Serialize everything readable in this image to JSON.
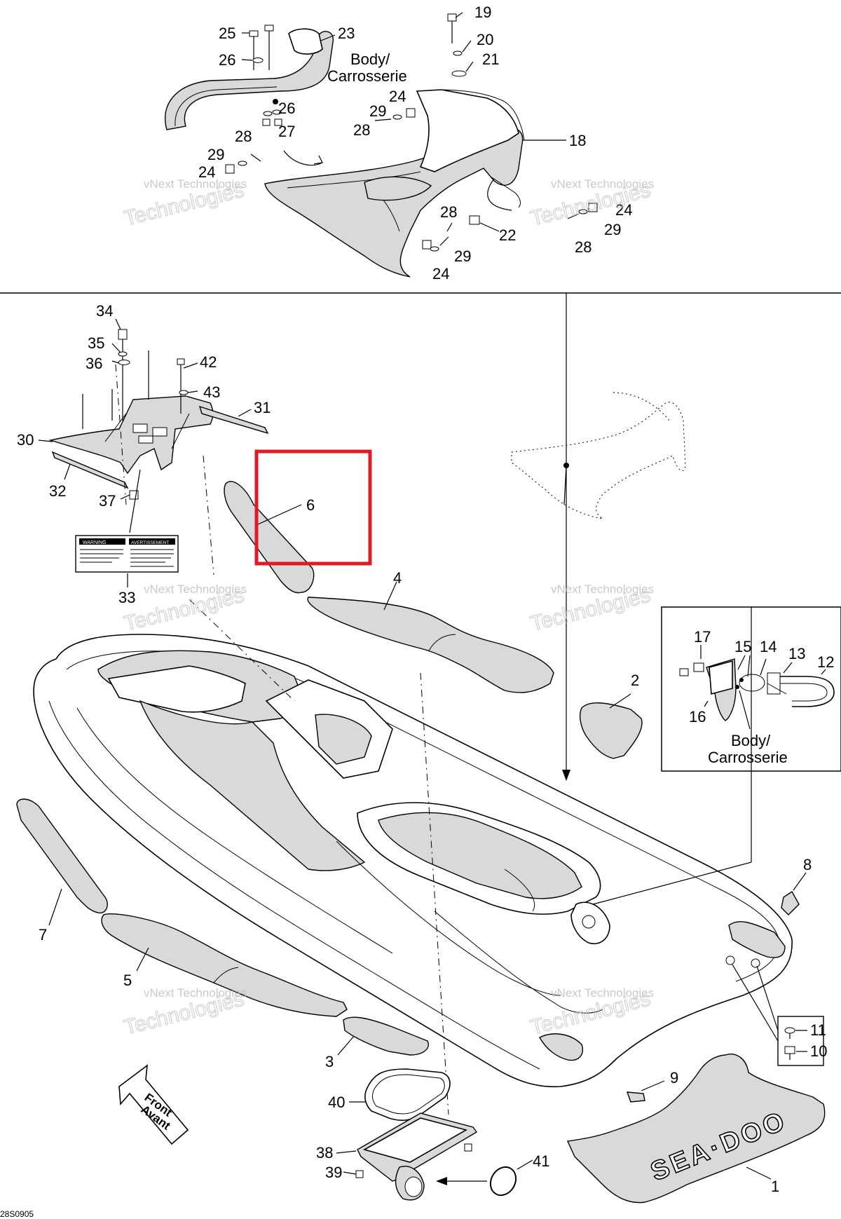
{
  "inset_top_label": {
    "line1": "Body/",
    "line2": "Carrosserie"
  },
  "inset_right_label": {
    "line1": "Body/",
    "line2": "Carrosserie"
  },
  "watermark": {
    "line1": "vNext Technologies",
    "line2": "Technologies"
  },
  "front_arrow": {
    "line1": "Front",
    "line2": "Avant"
  },
  "warning_label": {
    "left": "WARNING",
    "right": "AVERTISSEMENT"
  },
  "mat_logo": "SEA·DOO",
  "drawing_code": "28S0905",
  "callouts": {
    "c1": "1",
    "c2": "2",
    "c3": "3",
    "c4": "4",
    "c5": "5",
    "c6": "6",
    "c7": "7",
    "c8": "8",
    "c9": "9",
    "c10": "10",
    "c11": "11",
    "c12": "12",
    "c13": "13",
    "c14": "14",
    "c15": "15",
    "c16": "16",
    "c17": "17",
    "c18": "18",
    "c19": "19",
    "c20": "20",
    "c21": "21",
    "c22": "22",
    "c23": "23",
    "c24": "24",
    "c25": "25",
    "c26": "26",
    "c27": "27",
    "c28": "28",
    "c29": "29",
    "c30": "30",
    "c31": "31",
    "c32": "32",
    "c33": "33",
    "c34": "34",
    "c35": "35",
    "c36": "36",
    "c37": "37",
    "c38": "38",
    "c39": "39",
    "c40": "40",
    "c41": "41",
    "c42": "42",
    "c43": "43"
  },
  "highlight_color": "#e01b24"
}
